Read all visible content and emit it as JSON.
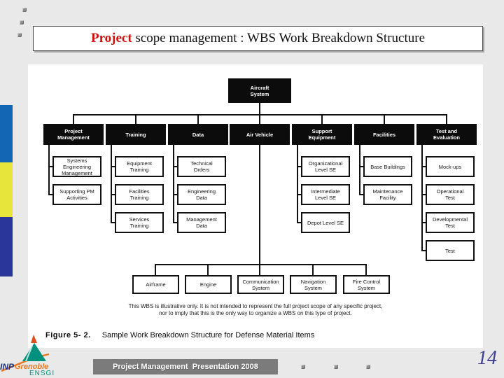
{
  "slide": {
    "title": {
      "highlight": "Project",
      "rest": " scope management : WBS Work Breakdown Structure"
    }
  },
  "diagram": {
    "root": "Aircraft System",
    "level2": [
      {
        "label": "Project Management",
        "children": [
          "Systems Engineering Management",
          "Supporting PM Activities"
        ]
      },
      {
        "label": "Training",
        "children": [
          "Equipment Training",
          "Facilities Training",
          "Services Training"
        ]
      },
      {
        "label": "Data",
        "children": [
          "Technical Orders",
          "Engineering Data",
          "Management Data"
        ]
      },
      {
        "label": "Air Vehicle",
        "children": [
          "Airframe",
          "Engine",
          "Communication System",
          "Navigation System",
          "Fire Control System"
        ]
      },
      {
        "label": "Support Equipment",
        "children": [
          "Organizational Level SE",
          "Intermediate Level SE",
          "Depot Level SE"
        ]
      },
      {
        "label": "Facilities",
        "children": [
          "Base Buildings",
          "Maintenance Facility"
        ]
      },
      {
        "label": "Test and Evaluation",
        "children": [
          "Mock-ups",
          "Operational Test",
          "Developmental Test",
          "Test"
        ]
      }
    ],
    "note_line1": "This WBS is illustrative only. It is not intended to represent the full project scope of any specific project,",
    "note_line2": "nor to imply that this is the only way to organize a WBS on this type of project.",
    "figure_label": "Figure 5- 2.",
    "figure_caption": "Sample Work Breakdown Structure for Defense Material Items"
  },
  "footer": {
    "bar_label": "Project Management  Presentation 2008",
    "page_number": "14"
  },
  "logo": {
    "inp": "INP",
    "grenoble": "Grenoble",
    "ensgi": "ENSGI"
  },
  "colors": {
    "title_highlight": "#cc1111",
    "sidebar_blue": "#1266b4",
    "sidebar_yellow": "#e7e43c",
    "sidebar_navy": "#2a3699",
    "node_black": "#0c0c0c",
    "footer_bar": "#7b7b7b",
    "page_number": "#3c3f8e",
    "logo_teal": "#00917e",
    "logo_orange": "#e87820",
    "logo_navy": "#1b2f7e"
  }
}
